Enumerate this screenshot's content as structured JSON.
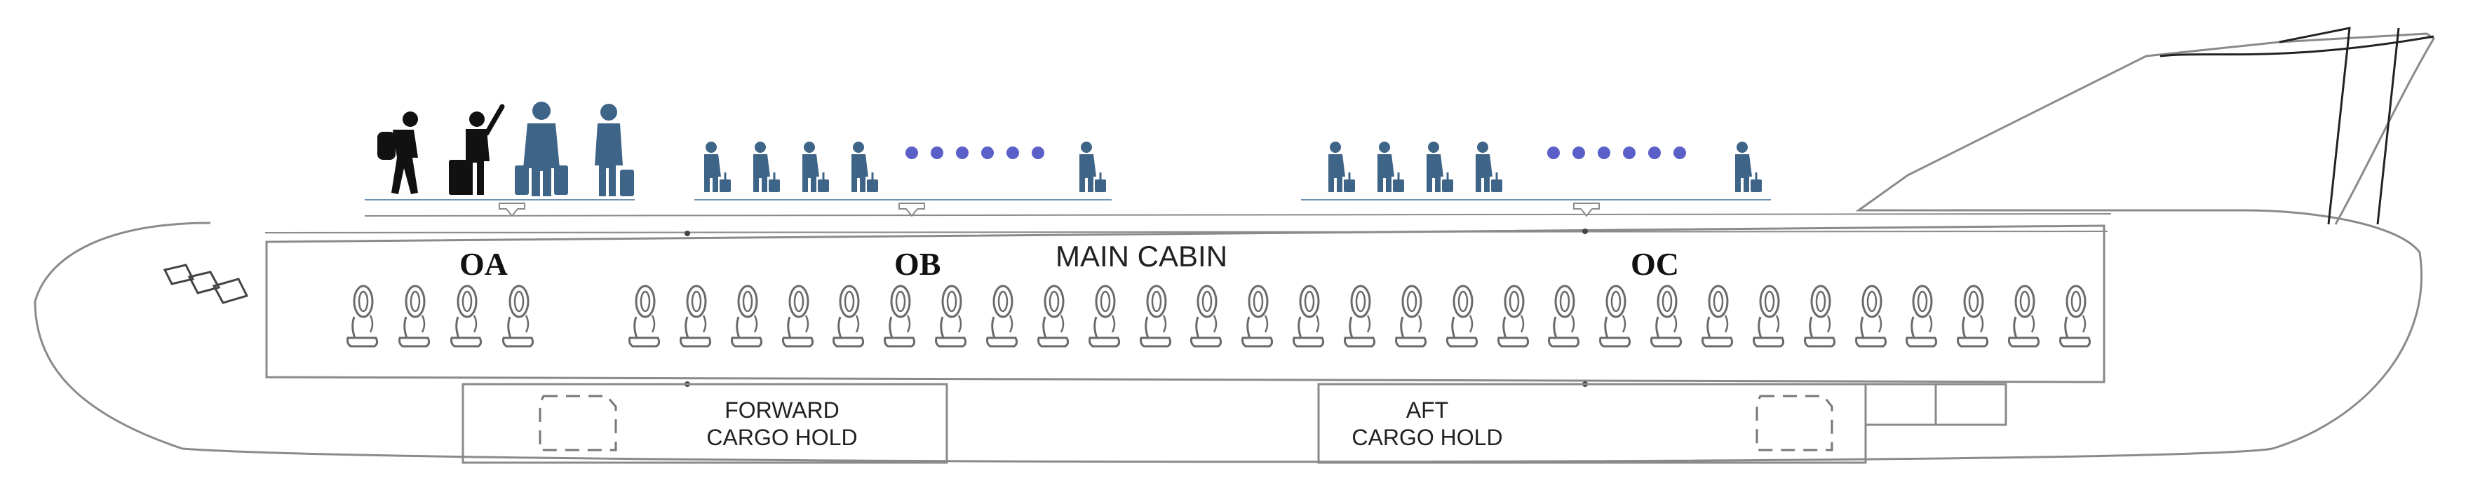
{
  "colors": {
    "outline": "#8a8a8a",
    "passenger_blue": "#3e6487",
    "passenger_dark": "#111111",
    "dots": "#5a60c8",
    "seat": "#6a6a6a",
    "queue_line": "#7090b0"
  },
  "zones": [
    {
      "id": "OA",
      "label": "OA"
    },
    {
      "id": "OB",
      "label": "OB"
    },
    {
      "id": "OC",
      "label": "OC"
    }
  ],
  "main_cabin": {
    "label": "MAIN CABIN"
  },
  "forward_hold": {
    "line1": "FORWARD",
    "line2": "CARGO HOLD"
  },
  "aft_hold": {
    "line1": "AFT",
    "line2": "CARGO HOLD"
  },
  "icons": {
    "seat": "seat-icon",
    "passenger": "passenger-with-luggage-icon",
    "backpacker": "backpacker-icon",
    "door_arrow": "door-arrow-icon"
  },
  "queues": [
    {
      "id": "queue-oa",
      "passengers": 4,
      "ellipsis": false
    },
    {
      "id": "queue-ob",
      "passengers": 5,
      "ellipsis": true
    },
    {
      "id": "queue-oc",
      "passengers": 5,
      "ellipsis": true
    }
  ],
  "seat_counts": {
    "forward_block": 4,
    "main_block": 29
  }
}
